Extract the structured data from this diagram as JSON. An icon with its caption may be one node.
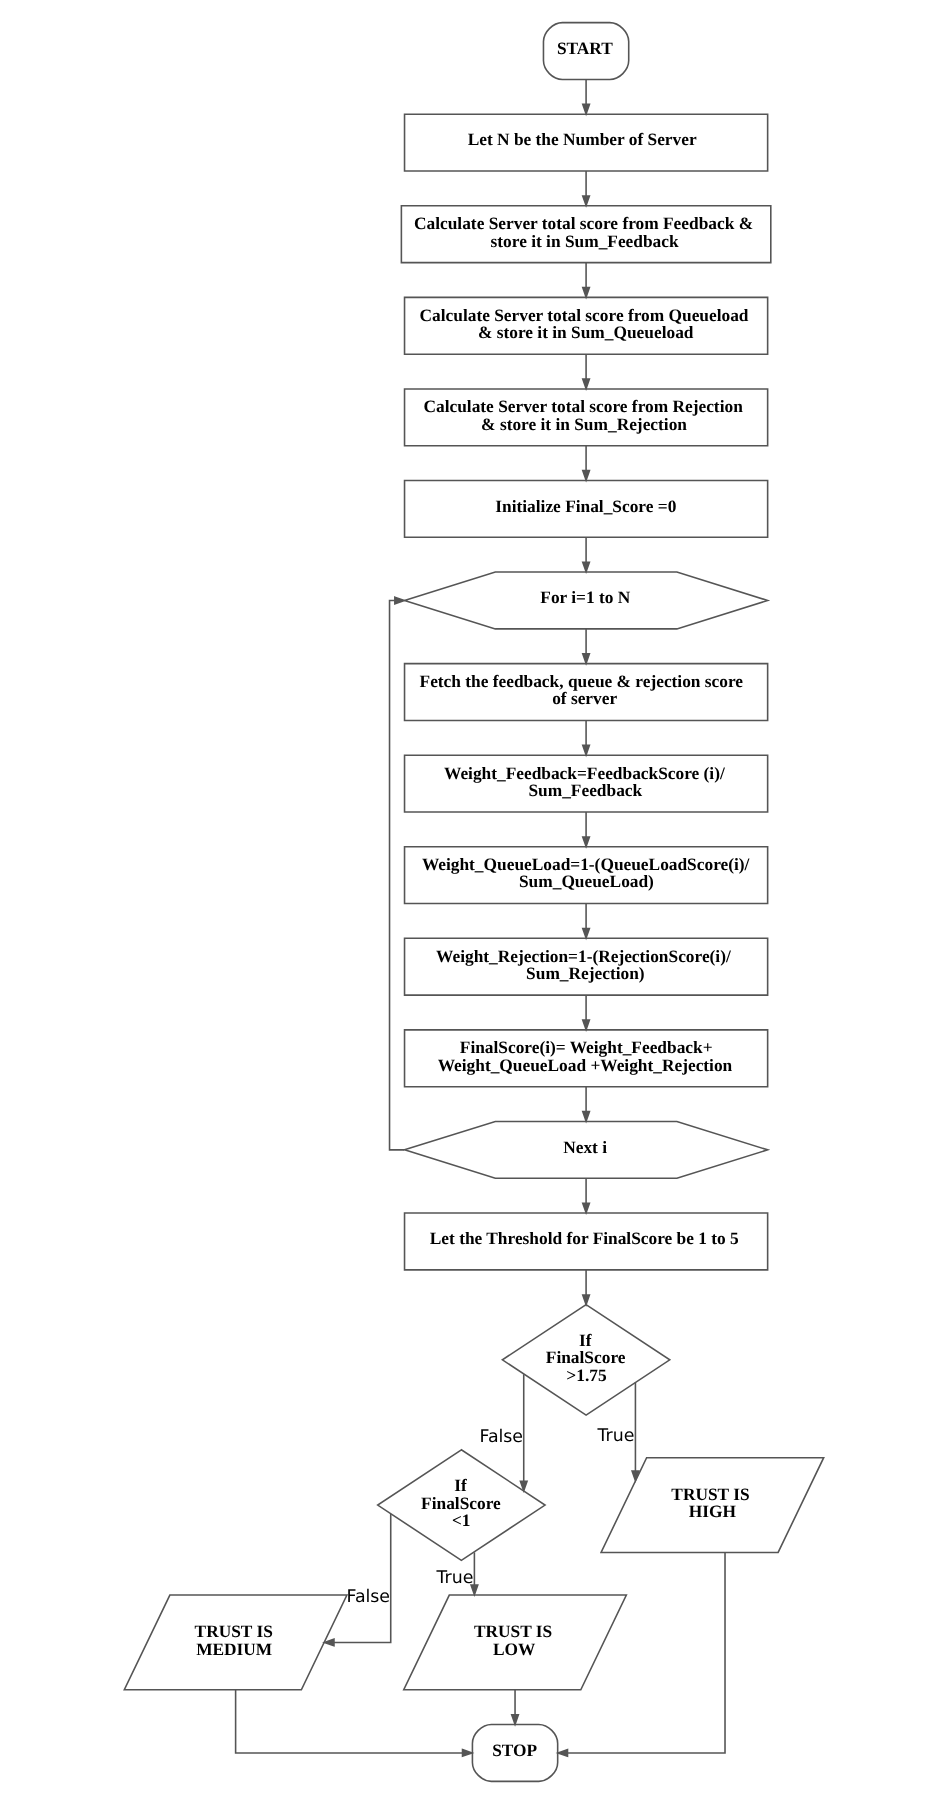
{
  "diagram": {
    "nodes": [
      {
        "text": [
          "START"
        ]
      },
      {
        "text": [
          "Let N be the Number of Server"
        ]
      },
      {
        "text": [
          "Calculate Server total score from Feedback & store it in Sum_Feedback"
        ]
      },
      {
        "text": [
          "Calculate Server total score from Queueload & store it in Sum_Queueload"
        ]
      },
      {
        "text": [
          "Calculate Server total score from Rejection & store it in Sum_Rejection"
        ]
      },
      {
        "text": [
          "Initialize Final_Score =0"
        ]
      },
      {
        "text": [
          "For i=1 to N"
        ]
      },
      {
        "text": [
          "Fetch the feedback, queue & rejection score of server"
        ]
      },
      {
        "text": [
          "Weight_Feedback=FeedbackScore (i)/ Sum_Feedback"
        ]
      },
      {
        "text": [
          "Weight_QueueLoad=1-(QueueLoadScore(i)/ Sum_QueueLoad)"
        ]
      },
      {
        "text": [
          "Weight_Rejection=1-(RejectionScore(i)/ Sum_Rejection)"
        ]
      },
      {
        "text": [
          "FinalScore(i)= Weight_Feedback+ Weight_QueueLoad +Weight_Rejection"
        ]
      },
      {
        "text": [
          "Next i"
        ]
      },
      {
        "text": [
          "Let the Threshold for FinalScore be 1 to 5"
        ]
      },
      {
        "text": [
          "If FinalScore >1.75"
        ]
      },
      {
        "text": [
          "If FinalScore <1"
        ]
      },
      {
        "text": [
          "TRUST IS MEDIUM"
        ]
      },
      {
        "text": [
          "TRUST IS LOW"
        ]
      },
      {
        "text": [
          "TRUST IS HIGH"
        ]
      },
      {
        "text": [
          "STOP"
        ]
      }
    ],
    "edges": [
      {
        "from": 0,
        "to": 1,
        "arrow": "to"
      },
      {
        "from": 1,
        "to": 2,
        "arrow": "to"
      },
      {
        "from": 2,
        "to": 3,
        "arrow": "to"
      },
      {
        "from": 3,
        "to": 4,
        "arrow": "to"
      },
      {
        "from": 4,
        "to": 5,
        "arrow": "to"
      },
      {
        "from": 5,
        "to": 6,
        "arrow": "to"
      },
      {
        "from": 6,
        "to": 7,
        "arrow": "to"
      },
      {
        "from": 7,
        "to": 8,
        "arrow": "to"
      },
      {
        "from": 8,
        "to": 9,
        "arrow": "to"
      },
      {
        "from": 9,
        "to": 10,
        "arrow": "to"
      },
      {
        "from": 10,
        "to": 11,
        "arrow": "to"
      },
      {
        "from": 11,
        "to": 12,
        "arrow": "to"
      },
      {
        "from": 12,
        "to": 6,
        "arrow": "to"
      },
      {
        "from": 12,
        "to": 13,
        "arrow": "to"
      },
      {
        "from": 13,
        "to": 14,
        "arrow": "to"
      },
      {
        "from": 14,
        "to": 15,
        "arrow": "to",
        "label": "False"
      },
      {
        "from": 14,
        "to": 18,
        "arrow": "to",
        "label": "True"
      },
      {
        "from": 15,
        "to": 16,
        "arrow": "to",
        "label": "False"
      },
      {
        "from": 15,
        "to": 17,
        "arrow": "to",
        "label": "True"
      },
      {
        "from": 16,
        "to": 19,
        "arrow": "to"
      },
      {
        "from": 17,
        "to": 19,
        "arrow": "to"
      },
      {
        "from": 18,
        "to": 19,
        "arrow": "to"
      }
    ]
  }
}
